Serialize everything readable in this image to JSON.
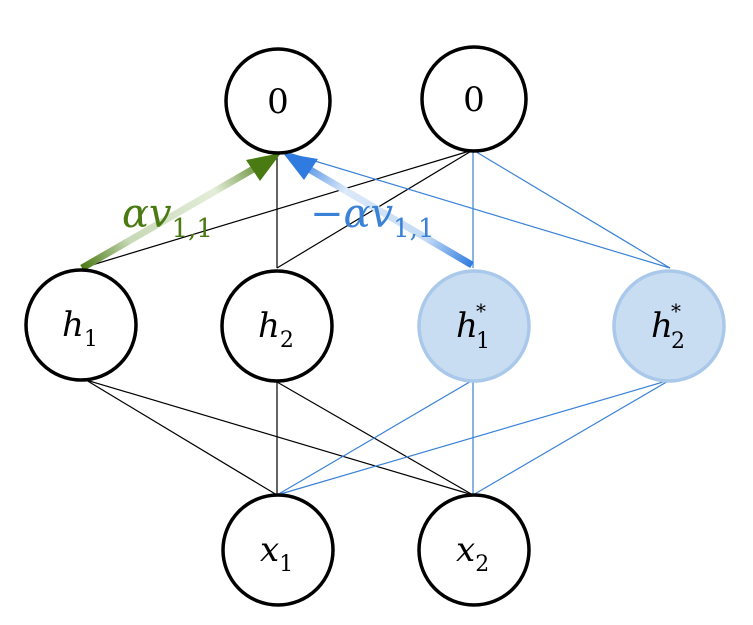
{
  "nodes": {
    "out1": {
      "label": "0"
    },
    "out2": {
      "label": "0"
    },
    "h1": {
      "base": "h",
      "sub": "1",
      "sup": ""
    },
    "h2": {
      "base": "h",
      "sub": "2",
      "sup": ""
    },
    "h1star": {
      "base": "h",
      "sub": "1",
      "sup": "*"
    },
    "h2star": {
      "base": "h",
      "sub": "2",
      "sup": "*"
    },
    "x1": {
      "base": "x",
      "sub": "1"
    },
    "x2": {
      "base": "x",
      "sub": "2"
    }
  },
  "edge_labels": {
    "green": {
      "prefix": "",
      "alpha": "α",
      "var": "v",
      "sub": "1,1"
    },
    "blue": {
      "prefix": "−",
      "alpha": "α",
      "var": "v",
      "sub": "1,1"
    }
  },
  "colors": {
    "node_stroke": "#000000",
    "clone_fill": "#c9ddf2",
    "clone_stroke": "#a9c8ea",
    "black_edge": "#000000",
    "blue_edge": "#3a82d6",
    "green_arrow": "#4a7a12",
    "blue_arrow": "#2f7be0"
  }
}
